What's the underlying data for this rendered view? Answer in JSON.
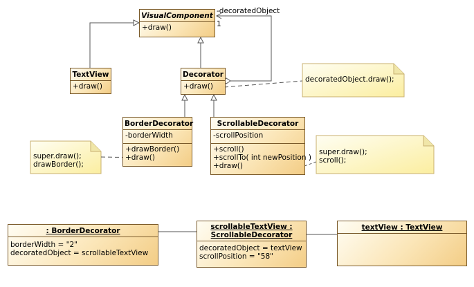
{
  "classes": {
    "visual_component": {
      "name": "VisualComponent",
      "operations": [
        "+draw()"
      ]
    },
    "text_view": {
      "name": "TextView",
      "operations": [
        "+draw()"
      ]
    },
    "decorator": {
      "name": "Decorator",
      "operations": [
        "+draw()"
      ]
    },
    "border_decorator": {
      "name": "BorderDecorator",
      "attributes": [
        "-borderWidth"
      ],
      "operations": [
        "+drawBorder()",
        "+draw()"
      ]
    },
    "scrollable_decorator": {
      "name": "ScrollableDecorator",
      "attributes": [
        "-scrollPosition"
      ],
      "operations": [
        "+scroll()",
        "+scrollTo( int newPosition )",
        "+draw()"
      ]
    }
  },
  "association": {
    "role": "-decoratedObject",
    "multiplicity": "1"
  },
  "notes": {
    "decorator_note": [
      "decoratedObject.draw();"
    ],
    "border_note": [
      "super.draw();",
      "drawBorder();"
    ],
    "scroll_note": [
      "super.draw();",
      "scroll();"
    ]
  },
  "objects": {
    "border_obj": {
      "title": ": BorderDecorator",
      "slots": [
        "borderWidth = \"2\"",
        "decoratedObject = scrollableTextView"
      ]
    },
    "scroll_obj": {
      "title_line1": "scrollableTextView :",
      "title_line2": "ScrollableDecorator",
      "slots": [
        "decoratedObject = textView",
        "scrollPosition = \"58\""
      ]
    },
    "text_obj": {
      "title": "textView : TextView",
      "slots": []
    }
  },
  "colors": {
    "box_border": "#7a5a2a",
    "box_fill": "#fbe6b8",
    "note_fill": "#fff7c0",
    "line": "#555555"
  }
}
